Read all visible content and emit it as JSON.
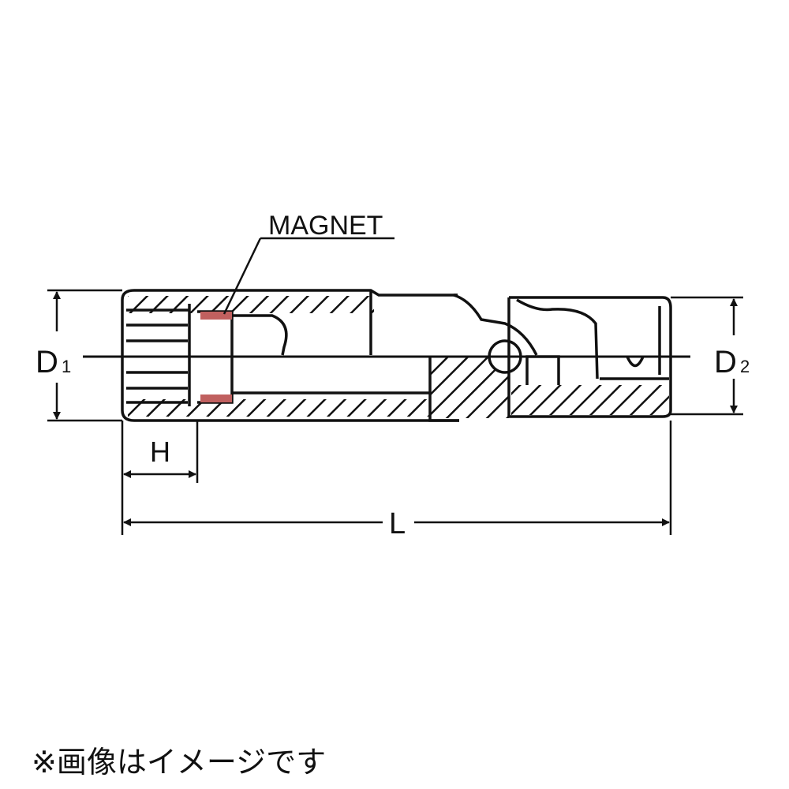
{
  "labels": {
    "magnet": "MAGNET",
    "d1": "D",
    "d1_sub": "1",
    "d2": "D",
    "d2_sub": "2",
    "h": "H",
    "l": "L"
  },
  "note": "※画像はイメージです",
  "colors": {
    "line": "#111111",
    "magnet": "#c0605f"
  }
}
